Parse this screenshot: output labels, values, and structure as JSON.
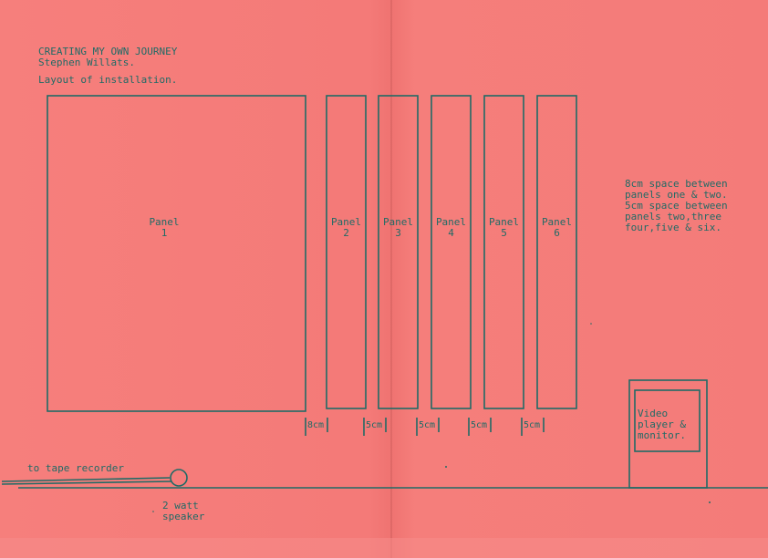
{
  "header": {
    "title": "CREATING MY OWN JOURNEY",
    "artist": "Stephen Willats.",
    "subtitle": "Layout of installation."
  },
  "panels": [
    {
      "word": "Panel",
      "number": "1"
    },
    {
      "word": "Panel",
      "number": "2"
    },
    {
      "word": "Panel",
      "number": "3"
    },
    {
      "word": "Panel",
      "number": "4"
    },
    {
      "word": "Panel",
      "number": "5"
    },
    {
      "word": "Panel",
      "number": "6"
    }
  ],
  "gaps": [
    "8cm",
    "5cm",
    "5cm",
    "5cm",
    "5cm"
  ],
  "note": {
    "line1": "8cm space between",
    "line2": "panels one & two.",
    "line3": "5cm space between",
    "line4": "panels two,three",
    "line5": "four,five & six."
  },
  "video": {
    "line1": "Video",
    "line2": "player &",
    "line3": "monitor."
  },
  "tape_label": "to tape recorder",
  "speaker": {
    "line1": "2 watt",
    "line2": "speaker"
  },
  "colors": {
    "paper": "#f47c7a",
    "ink": "#1f6b66"
  }
}
